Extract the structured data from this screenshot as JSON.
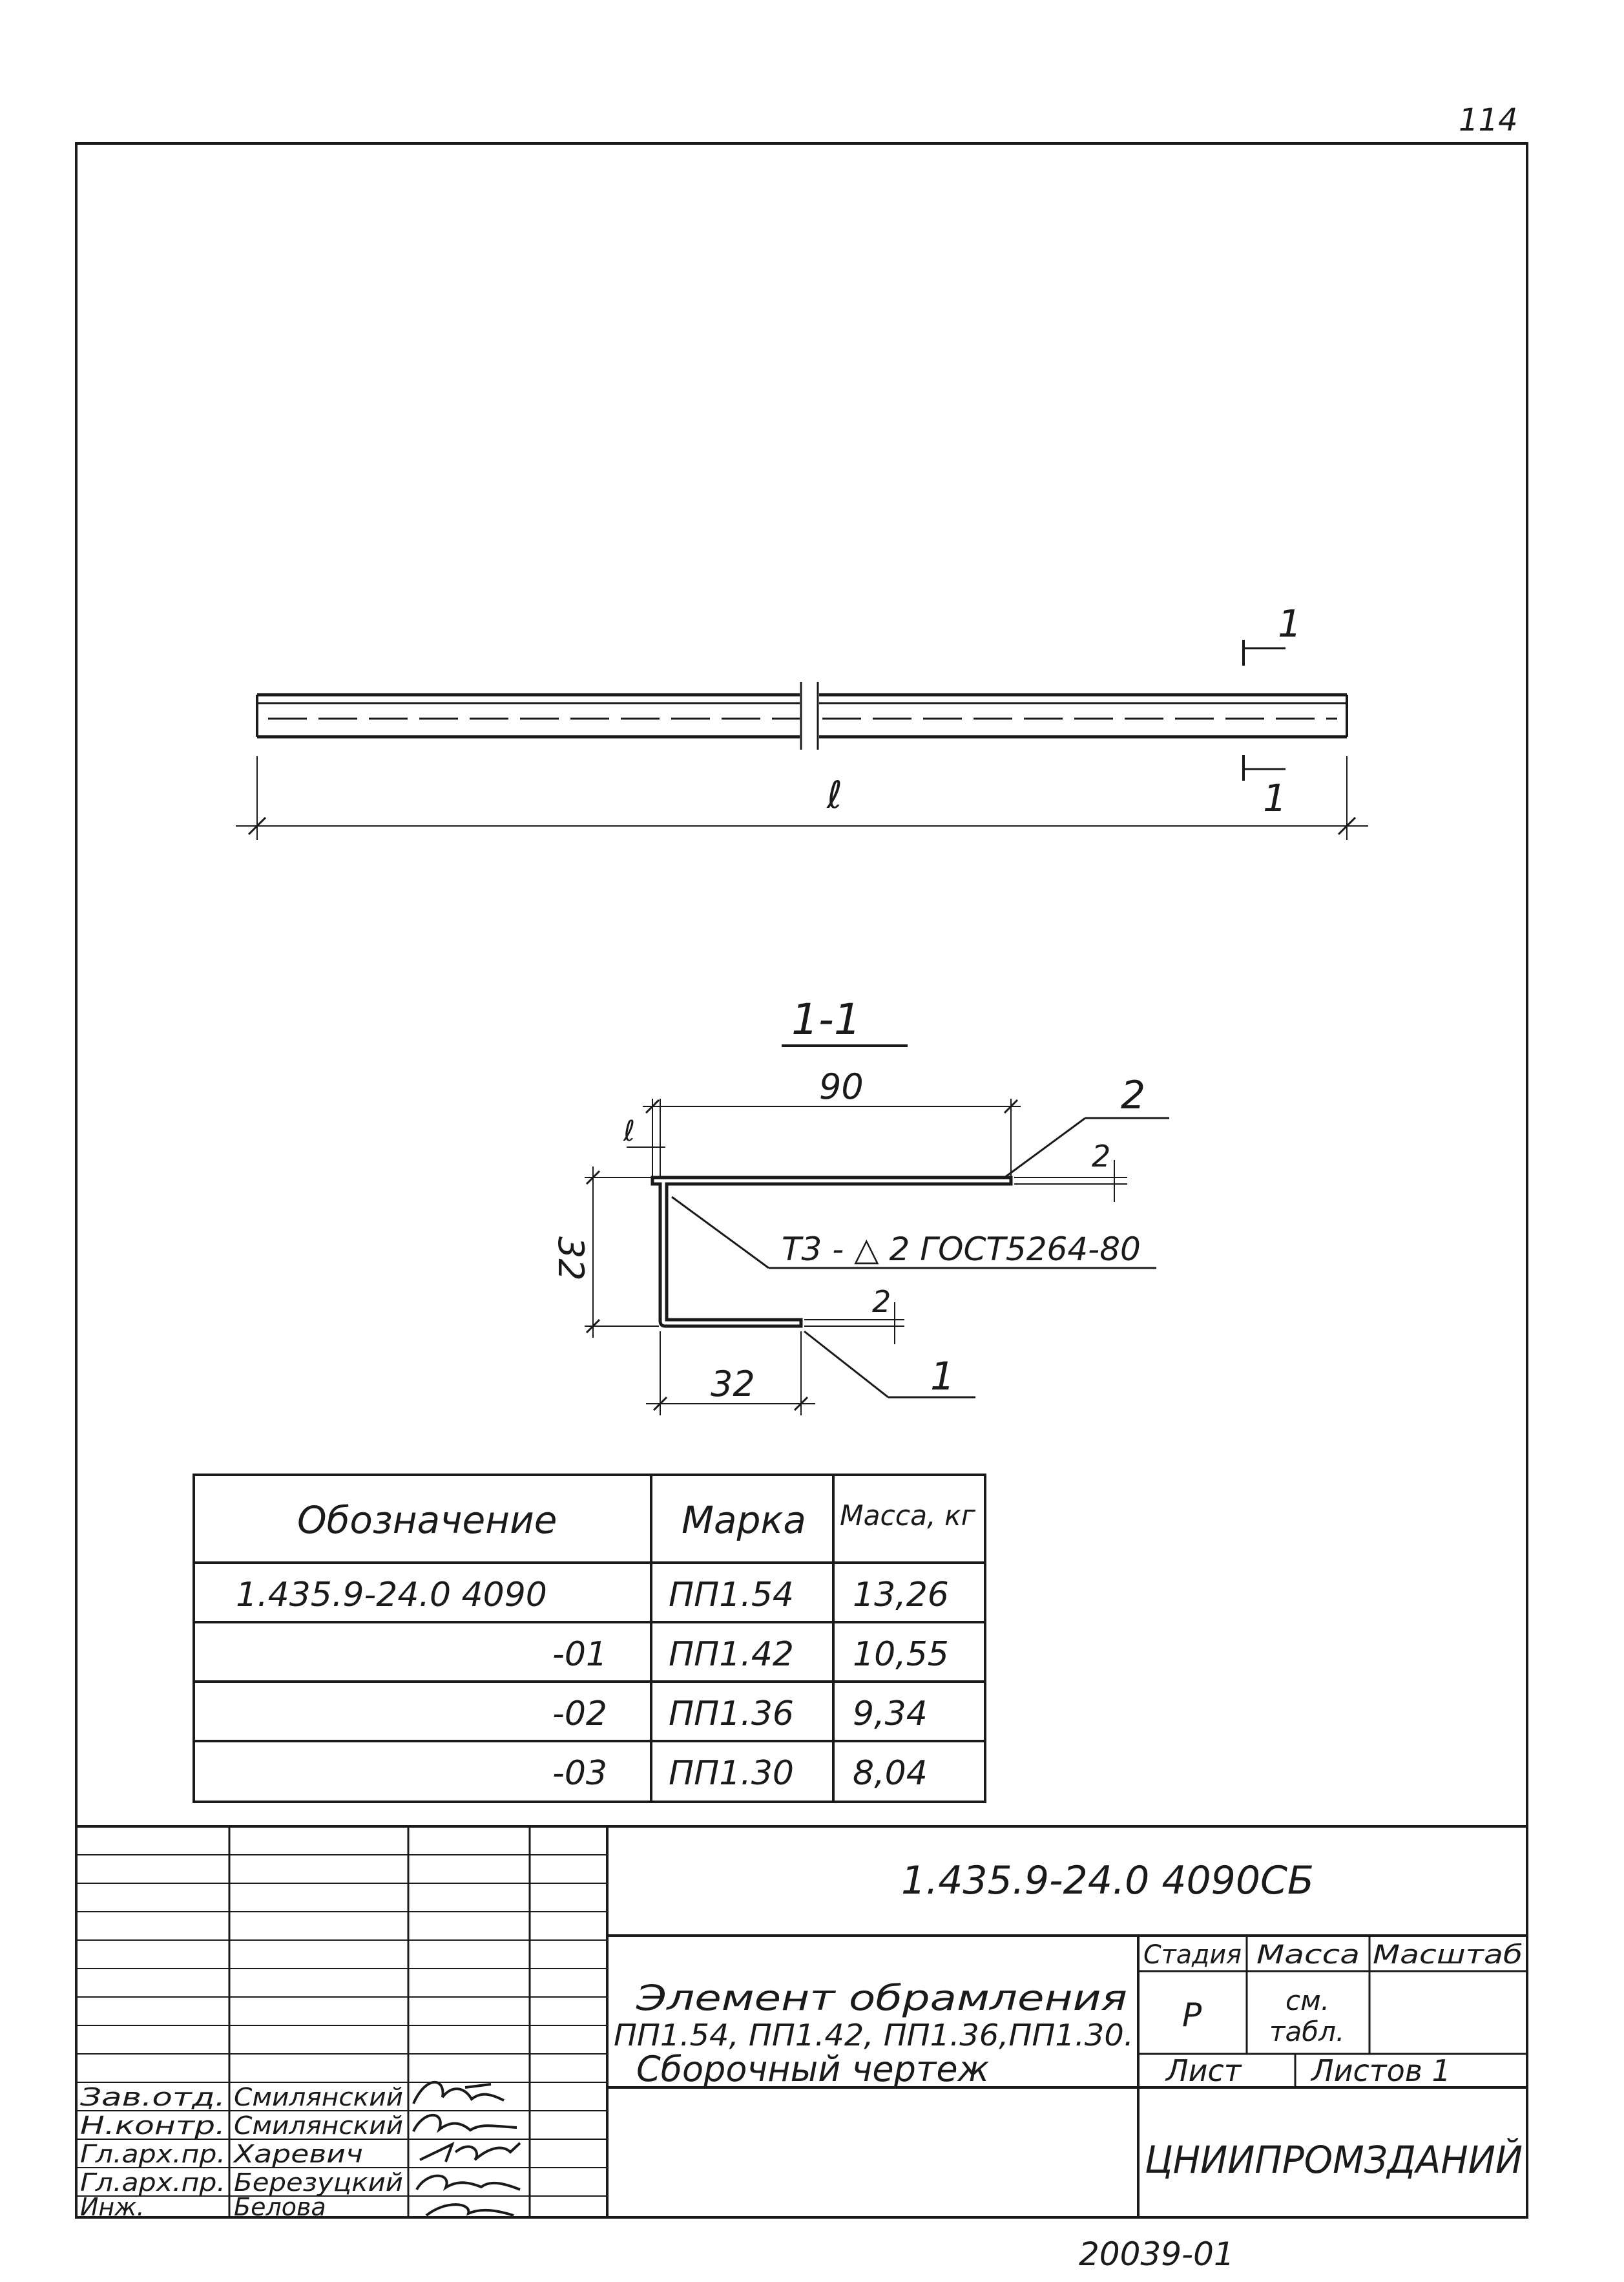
{
  "page_number": "114",
  "drawing": {
    "length_label": "ℓ",
    "section_marker": "1",
    "section_title": "1-1",
    "dim_top": "90",
    "dim_offset": "ℓ",
    "dim_height": "32",
    "dim_bottom": "32",
    "thickness_top": "2",
    "thickness_bottom": "2",
    "part_top": "2",
    "part_bottom": "1",
    "weld_note": "Т3 - △ 2 ГОСТ5264-80"
  },
  "spec_table": {
    "headers": [
      "Обозначение",
      "Марка",
      "Масса, кг"
    ],
    "rows": [
      {
        "designation": "1.435.9-24.0 4090",
        "mark": "ПП1.54",
        "mass": "13,26"
      },
      {
        "designation": "-01",
        "mark": "ПП1.42",
        "mass": "10,55"
      },
      {
        "designation": "-02",
        "mark": "ПП1.36",
        "mass": "9,34"
      },
      {
        "designation": "-03",
        "mark": "ПП1.30",
        "mass": "8,04"
      }
    ]
  },
  "title_block": {
    "doc_code": "1.435.9-24.0 4090СБ",
    "title_lines": [
      "Элемент обрамления",
      "ПП1.54, ПП1.42, ПП1.36,ПП1.30.",
      "Сборочный чертеж"
    ],
    "stage_label": "Стадия",
    "mass_label": "Масса",
    "scale_label": "Масштаб",
    "stage_value": "Р",
    "mass_value_1": "см.",
    "mass_value_2": "табл.",
    "sheet_label": "Лист",
    "sheets_label": "Листов 1",
    "organization": "ЦНИИПРОМЗДАНИЙ",
    "roles": [
      {
        "role": "Зав.отд.",
        "name": "Смилянский"
      },
      {
        "role": "Н.контр.",
        "name": "Смилянский"
      },
      {
        "role": "Гл.арх.пр.",
        "name": "Харевич"
      },
      {
        "role": "Гл.арх.пр.",
        "name": "Березуцкий"
      },
      {
        "role": "Инж.",
        "name": "Белова"
      }
    ]
  },
  "footer_code": "20039-01"
}
